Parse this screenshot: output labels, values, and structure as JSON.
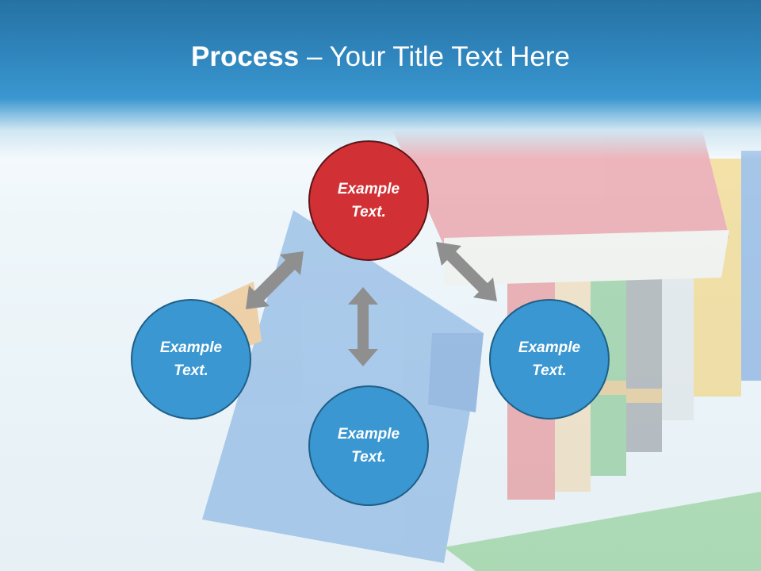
{
  "title": {
    "bold": "Process",
    "dash": " – ",
    "rest": "Your Title Text Here"
  },
  "nodes": {
    "top": "Example Text.",
    "left": "Example Text.",
    "right": "Example Text.",
    "bottom": "Example Text."
  },
  "colors": {
    "header": "#2f86bd",
    "node_blue": "#3a97d1",
    "node_red": "#d13135",
    "arrow": "#8f8f8f"
  }
}
